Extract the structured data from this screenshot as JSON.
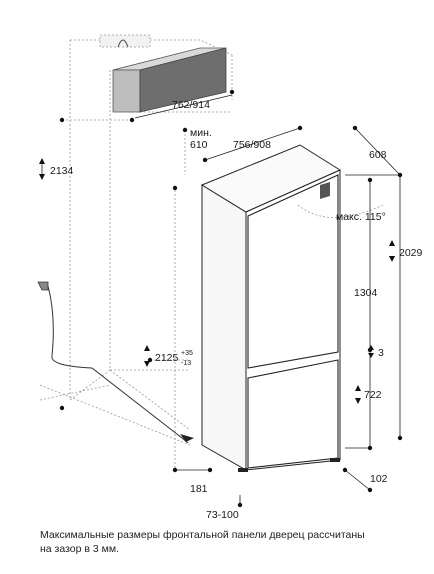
{
  "dimensions": {
    "niche_height": "2134",
    "niche_width": "762/914",
    "min_depth_label": "мин.",
    "min_depth_value": "610",
    "appliance_width": "756/908",
    "appliance_depth": "608",
    "door_angle": "макс. 115°",
    "appliance_height": "2029",
    "upper_door_height": "1304",
    "door_gap": "3",
    "lower_door_height": "722",
    "installed_height": "2125",
    "installed_height_tol_plus": "+35",
    "installed_height_tol_minus": "-13",
    "plinth_depth": "181",
    "foot_offset": "73-100",
    "vent_height": "102"
  },
  "caption": {
    "line1": "Максимальные размеры фронтальной панели дверец рассчитаны",
    "line2": "на зазор в 3 мм."
  },
  "colors": {
    "line": "#222222",
    "guide": "#9a9a9a",
    "fill_dark": "#4a4a4a"
  }
}
